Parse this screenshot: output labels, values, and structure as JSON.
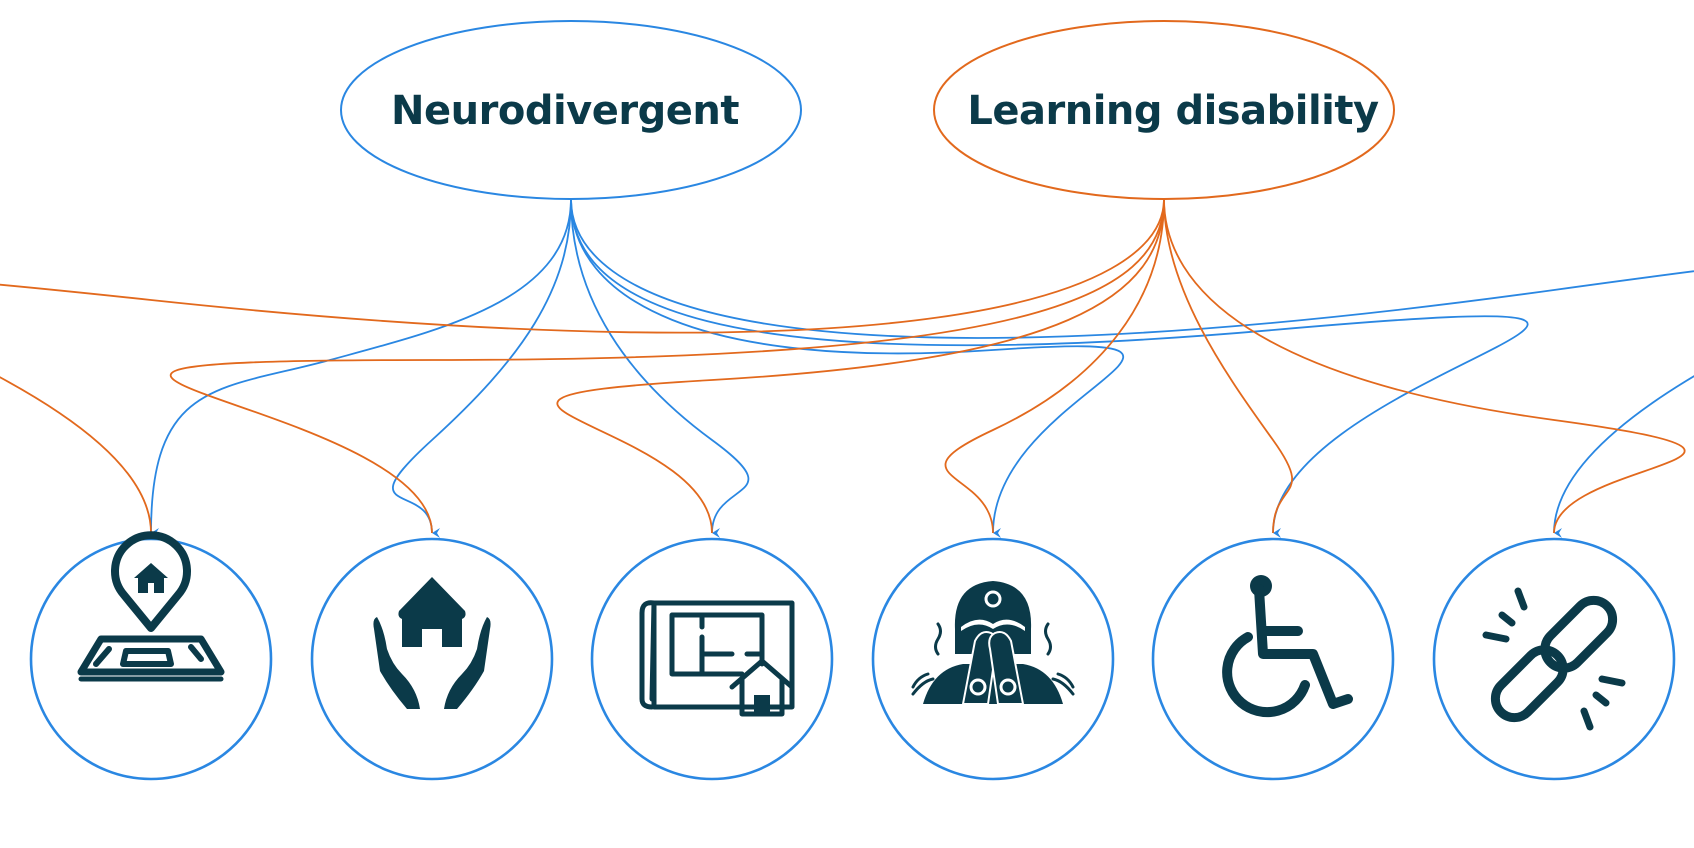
{
  "colors": {
    "neurodivergent": "#2a87e2",
    "learning_disability": "#e2691d",
    "text": "#0b3a49",
    "target_border": "#2a87e2"
  },
  "sources": [
    {
      "id": "neurodivergent",
      "label": "Neurodivergent",
      "color_key": "neurodivergent"
    },
    {
      "id": "learning_disability",
      "label": "Learning disability",
      "color_key": "learning_disability"
    }
  ],
  "targets": [
    {
      "id": "t1",
      "icon": "map-location-home-icon"
    },
    {
      "id": "t2",
      "icon": "hands-holding-house-icon"
    },
    {
      "id": "t3",
      "icon": "house-blueprint-icon"
    },
    {
      "id": "t4",
      "icon": "distressed-person-icon"
    },
    {
      "id": "t5",
      "icon": "wheelchair-icon"
    },
    {
      "id": "t6",
      "icon": "broken-link-icon"
    }
  ],
  "edges": [
    {
      "from": "neurodivergent",
      "to": "t1"
    },
    {
      "from": "neurodivergent",
      "to": "t2"
    },
    {
      "from": "neurodivergent",
      "to": "t3"
    },
    {
      "from": "neurodivergent",
      "to": "t4"
    },
    {
      "from": "neurodivergent",
      "to": "t5"
    },
    {
      "from": "neurodivergent",
      "to": "t6"
    },
    {
      "from": "learning_disability",
      "to": "t1"
    },
    {
      "from": "learning_disability",
      "to": "t2"
    },
    {
      "from": "learning_disability",
      "to": "t3"
    },
    {
      "from": "learning_disability",
      "to": "t4"
    },
    {
      "from": "learning_disability",
      "to": "t5"
    },
    {
      "from": "learning_disability",
      "to": "t6"
    }
  ]
}
